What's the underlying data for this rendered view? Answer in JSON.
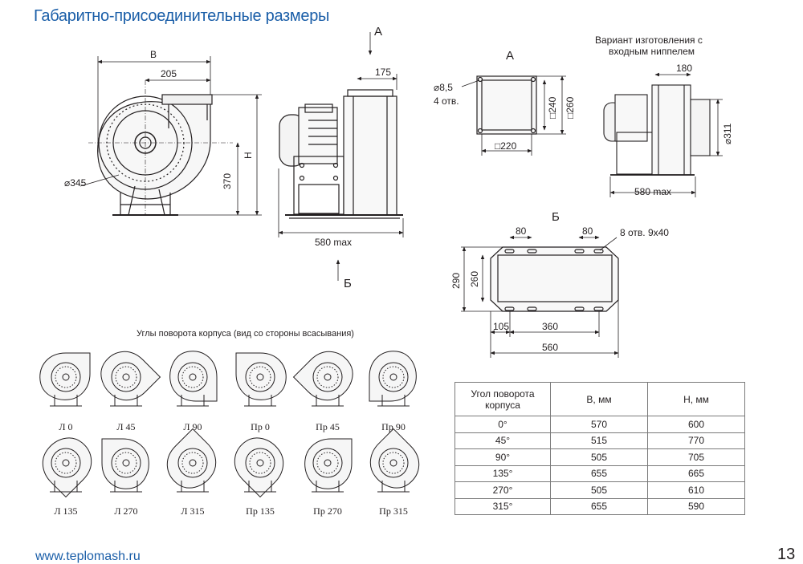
{
  "page": {
    "title": "Габаритно-присоединительные размеры",
    "website": "www.teplomash.ru",
    "page_number": "13"
  },
  "front_view": {
    "dim_width": "B",
    "dim_outlet": "205",
    "dim_diameter": "⌀345",
    "dim_axis_height": "370",
    "dim_height": "H"
  },
  "side_view": {
    "dim_outlet": "175",
    "dim_length": "580 max",
    "view_arrow_a": "А",
    "view_arrow_b": "Б"
  },
  "view_a": {
    "label": "А",
    "hole_diameter": "⌀8,5",
    "hole_count": "4 отв.",
    "dim_inner": "□240",
    "dim_outer": "□260",
    "dim_bottom": "□220"
  },
  "nipple_variant": {
    "title_line1": "Вариант изготовления с",
    "title_line2": "входным ниппелем",
    "dim_nipple": "180",
    "dim_diameter": "⌀311",
    "dim_length": "580 max"
  },
  "view_b": {
    "label": "Б",
    "dim_left_slot": "80",
    "dim_right_slot": "80",
    "holes_note": "8 отв. 9х40",
    "dim_outer_height": "290",
    "dim_inner_height": "260",
    "dim_offset": "105",
    "dim_hole_span": "360",
    "dim_total": "560"
  },
  "rotations": {
    "caption": "Углы поворота корпуса (вид со стороны всасывания)",
    "items": [
      "Л 0",
      "Л 45",
      "Л 90",
      "Пр 0",
      "Пр 45",
      "Пр 90",
      "Л 135",
      "Л 270",
      "Л 315",
      "Пр 135",
      "Пр 270",
      "Пр 315"
    ]
  },
  "table": {
    "headers": [
      "Угол поворота корпуса",
      "В, мм",
      "Н, мм"
    ],
    "rows": [
      [
        "0°",
        "570",
        "600"
      ],
      [
        "45°",
        "515",
        "770"
      ],
      [
        "90°",
        "505",
        "705"
      ],
      [
        "135°",
        "655",
        "665"
      ],
      [
        "270°",
        "505",
        "610"
      ],
      [
        "315°",
        "655",
        "590"
      ]
    ]
  }
}
